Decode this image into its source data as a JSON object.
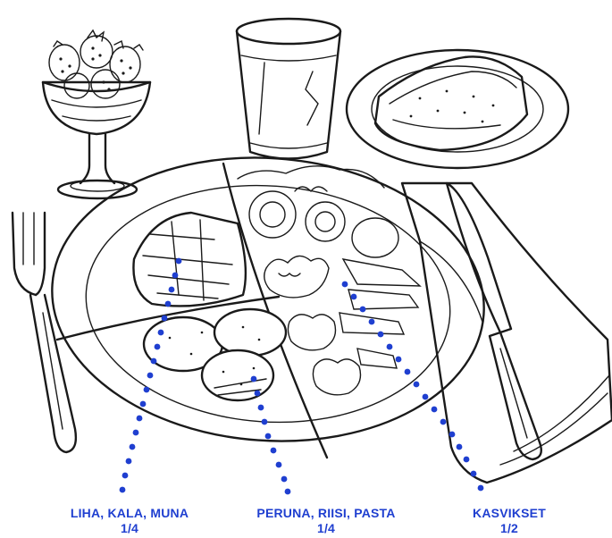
{
  "colors": {
    "ink": "#1a1a1a",
    "accent": "#1f3fd0",
    "background": "#ffffff"
  },
  "labels": {
    "protein": {
      "name": "LIHA, KALA, MUNA",
      "share": "1/4"
    },
    "carbs": {
      "name": "PERUNA, RIISI, PASTA",
      "share": "1/4"
    },
    "vegetables": {
      "name": "KASVIKSET",
      "share": "1/2"
    }
  },
  "icons": [
    "fork-icon",
    "knife-icon",
    "napkin-icon",
    "glass-icon",
    "fruit-bowl-icon",
    "bread-plate-icon",
    "dinner-plate-icon"
  ]
}
